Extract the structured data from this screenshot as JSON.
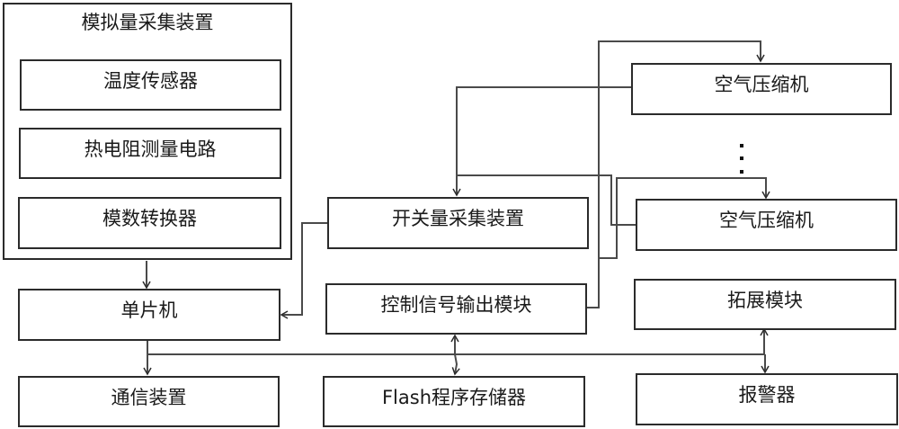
{
  "diagram": {
    "analog_acquisition": {
      "title": "模拟量采集装置",
      "children": [
        "温度传感器",
        "热电阻测量电路",
        "模数转换器"
      ]
    },
    "mcu": "单片机",
    "communication": "通信装置",
    "switch_acquisition": "开关量采集装置",
    "control_output": "控制信号输出模块",
    "flash": "Flash程序存储器",
    "compressors": [
      "空气压缩机",
      "空气压缩机"
    ],
    "ellipsis": "⋮",
    "expansion": "拓展模块",
    "alarm": "报警器",
    "connections": [
      {
        "from": "模拟量采集装置",
        "to": "单片机",
        "type": "arrow"
      },
      {
        "from": "开关量采集装置",
        "to": "单片机",
        "type": "arrow"
      },
      {
        "from": "单片机",
        "to": "通信装置",
        "type": "arrow"
      },
      {
        "from": "单片机",
        "to": "bus",
        "type": "line"
      },
      {
        "from": "bus",
        "to": "控制信号输出模块",
        "type": "bidirectional"
      },
      {
        "from": "bus",
        "to": "Flash程序存储器",
        "type": "bidirectional"
      },
      {
        "from": "bus",
        "to": "拓展模块",
        "type": "bidirectional"
      },
      {
        "from": "bus",
        "to": "报警器",
        "type": "arrow"
      },
      {
        "from": "控制信号输出模块",
        "to": "空气压缩机 (1)",
        "type": "arrow"
      },
      {
        "from": "控制信号输出模块",
        "to": "空气压缩机 (2)",
        "type": "arrow"
      },
      {
        "from": "空气压缩机 (1)",
        "to": "开关量采集装置",
        "type": "arrow"
      },
      {
        "from": "空气压缩机 (2)",
        "to": "开关量采集装置",
        "type": "arrow"
      }
    ]
  }
}
